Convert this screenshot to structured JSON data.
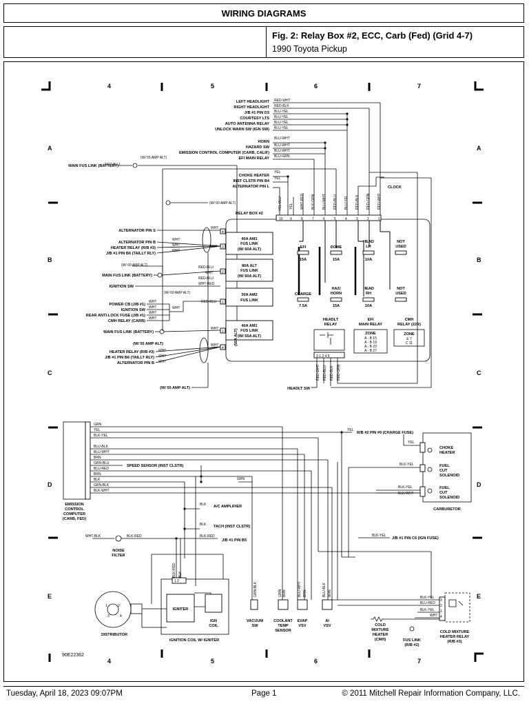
{
  "header": {
    "title": "WIRING DIAGRAMS"
  },
  "figure": {
    "title": "Fig. 2: Relay Box #2, ECC, Carb (Fed) (Grid 4-7)",
    "vehicle": "1990 Toyota Pickup"
  },
  "grid": {
    "columns": [
      "4",
      "5",
      "6",
      "7"
    ],
    "rows": [
      "A",
      "B",
      "C",
      "D",
      "E"
    ]
  },
  "diagram": {
    "ref": "90E22362",
    "top_left_labels": [
      {
        "text": "LEFT HEADLIGHT",
        "wire": "RED-WHT"
      },
      {
        "text": "RIGHT HEADLIGHT",
        "wire": "RED-BLK"
      },
      {
        "text": "J/B #1 PIN D3",
        "wire": "BLU-YEL"
      },
      {
        "text": "COURTESY LTS",
        "wire": "BLU-YEL"
      },
      {
        "text": "AUTO ANTENNA RELAY",
        "wire": "BLU-YEL"
      },
      {
        "text": "UNLOCK WARN SW (IGN SW)",
        "wire": "BLU-YEL"
      },
      {
        "text": "HORN",
        "wire": "BLU-WHT"
      },
      {
        "text": "HAZARD SW",
        "wire": "BLU-WHT"
      },
      {
        "text": "EMISSION CONTROL COMPUTER (CARB, CALIF)",
        "wire": "BLU-WHT"
      },
      {
        "text": "EFI MAIN RELAY",
        "wire": "BLU-GRN"
      },
      {
        "text": "CHOKE HEATER",
        "wire": "YEL"
      },
      {
        "text": "INST CLSTR PIN B4",
        "wire": "YEL"
      },
      {
        "text": "ALTERNATOR PIN L",
        "wire": ""
      }
    ],
    "main_fus_link_top": {
      "text": "MAIN FUS LINK (BATTERY)",
      "wire": "RED-BLU",
      "note": "(W/ 55 AMP ALT)"
    },
    "note_60_top": "(W/ 60 AMP ALT)",
    "clock": "CLOCK",
    "relay_box": "RELAY BOX #2",
    "relay_pins": [
      "10",
      "9",
      "8",
      "7",
      "6",
      "5",
      "4",
      "3",
      "2",
      "1"
    ],
    "relay_pin_wires": [
      "YEL-BLU",
      "YEL",
      "WHT-RED",
      "BLK-GRN",
      "BLU-WHT",
      "RED-BLU",
      "BLU-YEL",
      "RED-BLK",
      "RED-GRN",
      "RED-WHT"
    ],
    "left_labels": [
      "ALTERNATOR PIN S",
      "ALTERNATOR PIN B",
      "HEATER RELAY (R/B #3)",
      "J/B #1 PIN B6 (TAILLT RLY)",
      "(W/ 60 AMP ALT)",
      "MAIN FUS LINK (BATTERY)",
      "IGNITION SW",
      "(W/ 60 AMP ALT)",
      "POWER CB (J/B #1)",
      "IGNITION SW",
      "REAR ANTI-LOCK FUSE (J/B #1)",
      "CMH RELAY (CARB)",
      "MAIN FUS LINK (BATTERY)",
      "(W/ 55 AMP ALT)",
      "HEATER RELAY (R/B #3)",
      "J/B #1 PIN B6 (TAILLT RLY)",
      "ALTERNATOR PIN B",
      "(W/ 55 AMP ALT)"
    ],
    "fusible_links": [
      {
        "line1": "40A AM1",
        "line2": "FUS LINK",
        "line3": "(W/ 60A ALT)"
      },
      {
        "line1": "80A ALT",
        "line2": "FUS LINK",
        "line3": "(W/ 60A ALT)"
      },
      {
        "line1": "30A AM2",
        "line2": "FUS LINK",
        "line3": ""
      },
      {
        "line1": "40A AM1",
        "line2": "FUS LINK",
        "line3": "(W/ 55A ALT)"
      }
    ],
    "side_label": "(55A ALT)",
    "fuses": [
      {
        "name": "EFI",
        "rating": "15A"
      },
      {
        "name": "DOME",
        "rating": "15A"
      },
      {
        "name": "HEAD LH",
        "rating": "10A"
      },
      {
        "name": "NOT USED",
        "rating": ""
      },
      {
        "name": "CHARGE",
        "rating": "7.5A"
      },
      {
        "name": "HAZ/ HORN",
        "rating": "15A"
      },
      {
        "name": "HEAD RH",
        "rating": "10A"
      },
      {
        "name": "NOT USED",
        "rating": ""
      }
    ],
    "relays": [
      {
        "name": "HEADLT RELAY"
      },
      {
        "name": "EFI MAIN RELAY",
        "zone": "ZONE",
        "lines": [
          "A - B 15",
          "A - B 19",
          "A - B 23",
          "A - B 27"
        ]
      },
      {
        "name": "CMH RELAY (22R)",
        "zone": "ZONE",
        "lines": [
          "E 7",
          "C 11"
        ]
      }
    ],
    "headlt_sw": "HEADLT SW",
    "ecc": {
      "name": "EMISSION CONTROL COMPUTER (CARB, FED)",
      "wires": [
        "GRN",
        "YEL",
        "BLK-YEL",
        "",
        "BLU-BLK",
        "BLU-WHT",
        "BRN",
        "GRN-BLU",
        "BLU-RED",
        "BRN",
        "BLK",
        "GRN-BLK",
        "BLK-WHT"
      ]
    },
    "mid_labels": [
      "R/B #2 PIN #9 (CHARGE FUSE)",
      "SPEED SENSOR (INST CLSTR)",
      "A/C AMPLIFIER",
      "TACH (INST CLSTR)",
      "J/B #1 PIN B5",
      "J/B #1 PIN C6 (IGN FUSE)",
      "NOISE FILTER"
    ],
    "carburetor": {
      "name": "CARBURETOR",
      "parts": [
        "CHOKE HEATER",
        "FUEL CUT SOLENOID",
        "FUEL CUT SOLENOID"
      ]
    },
    "bottom_labels": [
      "DISTRIBUTOR",
      "IGNITER",
      "IGN COIL",
      "IGNITION COIL W/ IGNITER",
      "VACUUM SW",
      "COOLANT TEMP SENSOR",
      "EVAP VSV",
      "AI VSV",
      "COLD MIXTURE HEATER (CMH)",
      "FUS LINK (R/B #2)",
      "COLD MIXTURE HEATER RELAY (R/B #3)"
    ],
    "wire_misc": [
      "RED-WHT",
      "RED-BLU",
      "BLK-RED",
      "BLK",
      "GRN",
      "WHT-BLK",
      "BLK-RED",
      "BLK-YEL",
      "BLU-RED",
      "BLK-YEL",
      "WHT",
      "GRN-BLU",
      "BLU-WHT",
      "BLU-BLK",
      "BLK-YEL",
      "BLK-WHT"
    ]
  },
  "footer": {
    "date": "Tuesday, April 18, 2023  09:07PM",
    "page": "Page 1",
    "copyright": "© 2011 Mitchell Repair Information Company, LLC."
  }
}
